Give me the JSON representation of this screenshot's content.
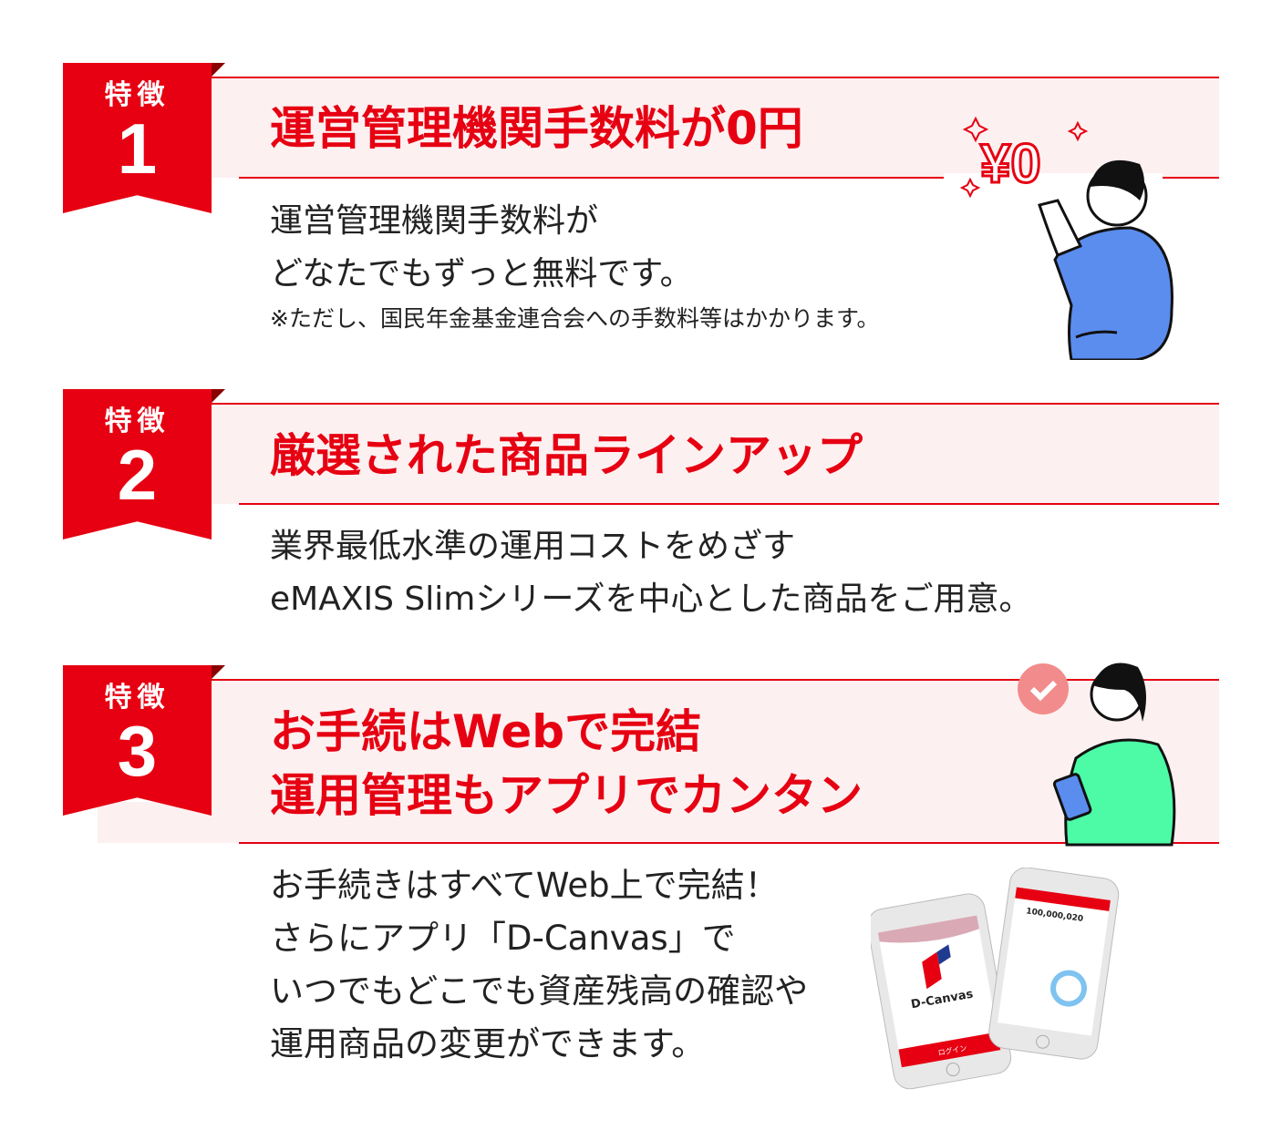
{
  "features": [
    {
      "badge_label": "特徴",
      "badge_number": "1",
      "title_lines": [
        "運営管理機関手数料が0円"
      ],
      "body_lines": [
        "運営管理機関手数料が",
        "どなたでもずっと無料です。"
      ],
      "note": "※ただし、国民年金基金連合会への手数料等はかかります。",
      "illustration_text": "¥0"
    },
    {
      "badge_label": "特徴",
      "badge_number": "2",
      "title_lines": [
        "厳選された商品ラインアップ"
      ],
      "body_lines": [
        "業界最低水準の運用コストをめざす",
        "eMAXIS Slimシリーズを中心とした商品をご用意。"
      ]
    },
    {
      "badge_label": "特徴",
      "badge_number": "3",
      "title_lines": [
        "お手続はWebで完結",
        "運用管理もアプリでカンタン"
      ],
      "body_lines": [
        "お手続きはすべてWeb上で完結！",
        "さらにアプリ「D-Canvas」で",
        "いつでもどこでも資産残高の確認や",
        "運用商品の変更ができます。"
      ],
      "app": {
        "name": "D-Canvas",
        "login_label": "ログイン",
        "balance": "100,000,020"
      }
    }
  ],
  "colors": {
    "accent": "#e60012",
    "band": "#fdf0f0",
    "sweater_blue": "#5b8def",
    "sweater_green": "#4dfba6"
  }
}
